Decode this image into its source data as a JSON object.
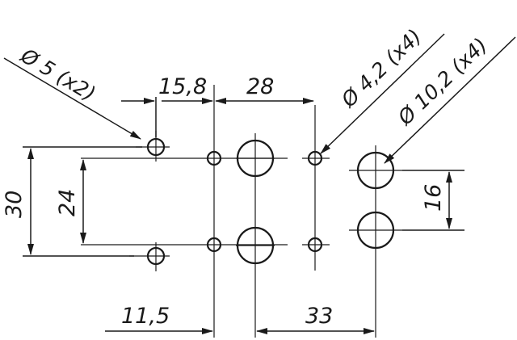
{
  "dimensions": {
    "hole_5": "Ø 5 (x2)",
    "hole_4_2": "Ø 4,2 (x4)",
    "hole_10_2": "Ø 10,2 (x4)",
    "offset_15_8": "15,8",
    "spacing_28": "28",
    "height_30": "30",
    "height_24": "24",
    "height_16": "16",
    "offset_11_5": "11,5",
    "spacing_33": "33"
  }
}
